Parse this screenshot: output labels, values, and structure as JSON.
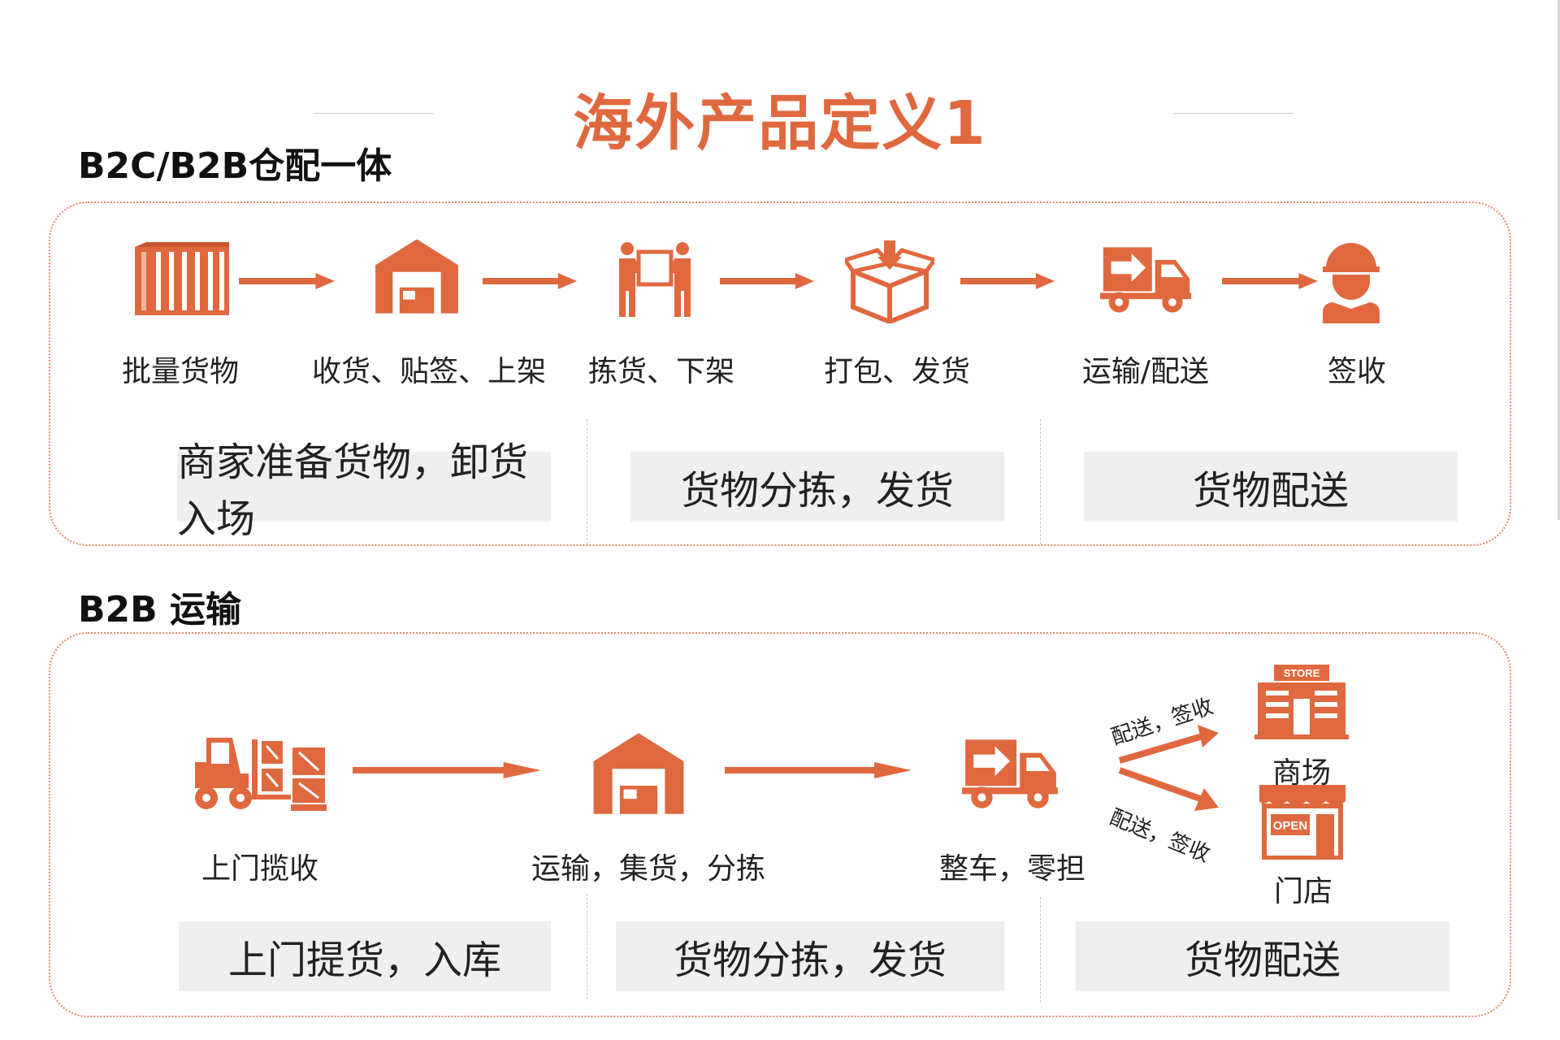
{
  "title": "海外产品定义1",
  "colors": {
    "accent": "#e0683f",
    "panel_border": "#e6886a",
    "box_bg": "#efefef"
  },
  "section1": {
    "heading": "B2C/B2B仓配一体",
    "steps": [
      {
        "icon": "container-icon",
        "label": "批量货物"
      },
      {
        "icon": "warehouse-icon",
        "label": "收货、贴签、上架"
      },
      {
        "icon": "workers-carry-box-icon",
        "label": "拣货、下架"
      },
      {
        "icon": "open-box-icon",
        "label": "打包、发货"
      },
      {
        "icon": "delivery-truck-icon",
        "label": "运输/配送"
      },
      {
        "icon": "courier-person-icon",
        "label": "签收"
      }
    ],
    "phases": [
      "商家准备货物，卸货入场",
      "货物分拣，发货",
      "货物配送"
    ]
  },
  "section2": {
    "heading": "B2B 运输",
    "steps": [
      {
        "icon": "forklift-icon",
        "label": "上门揽收"
      },
      {
        "icon": "warehouse-icon",
        "label": "运输，集货，分拣"
      },
      {
        "icon": "delivery-truck-icon",
        "label": "整车，零担"
      }
    ],
    "branch_labels": [
      "配送，签收",
      "配送，签收"
    ],
    "destinations": [
      {
        "icon": "store-building-icon",
        "sign": "STORE",
        "label": "商场"
      },
      {
        "icon": "shop-open-icon",
        "sign": "OPEN",
        "label": "门店"
      }
    ],
    "phases": [
      "上门提货，入库",
      "货物分拣，发货",
      "货物配送"
    ]
  }
}
